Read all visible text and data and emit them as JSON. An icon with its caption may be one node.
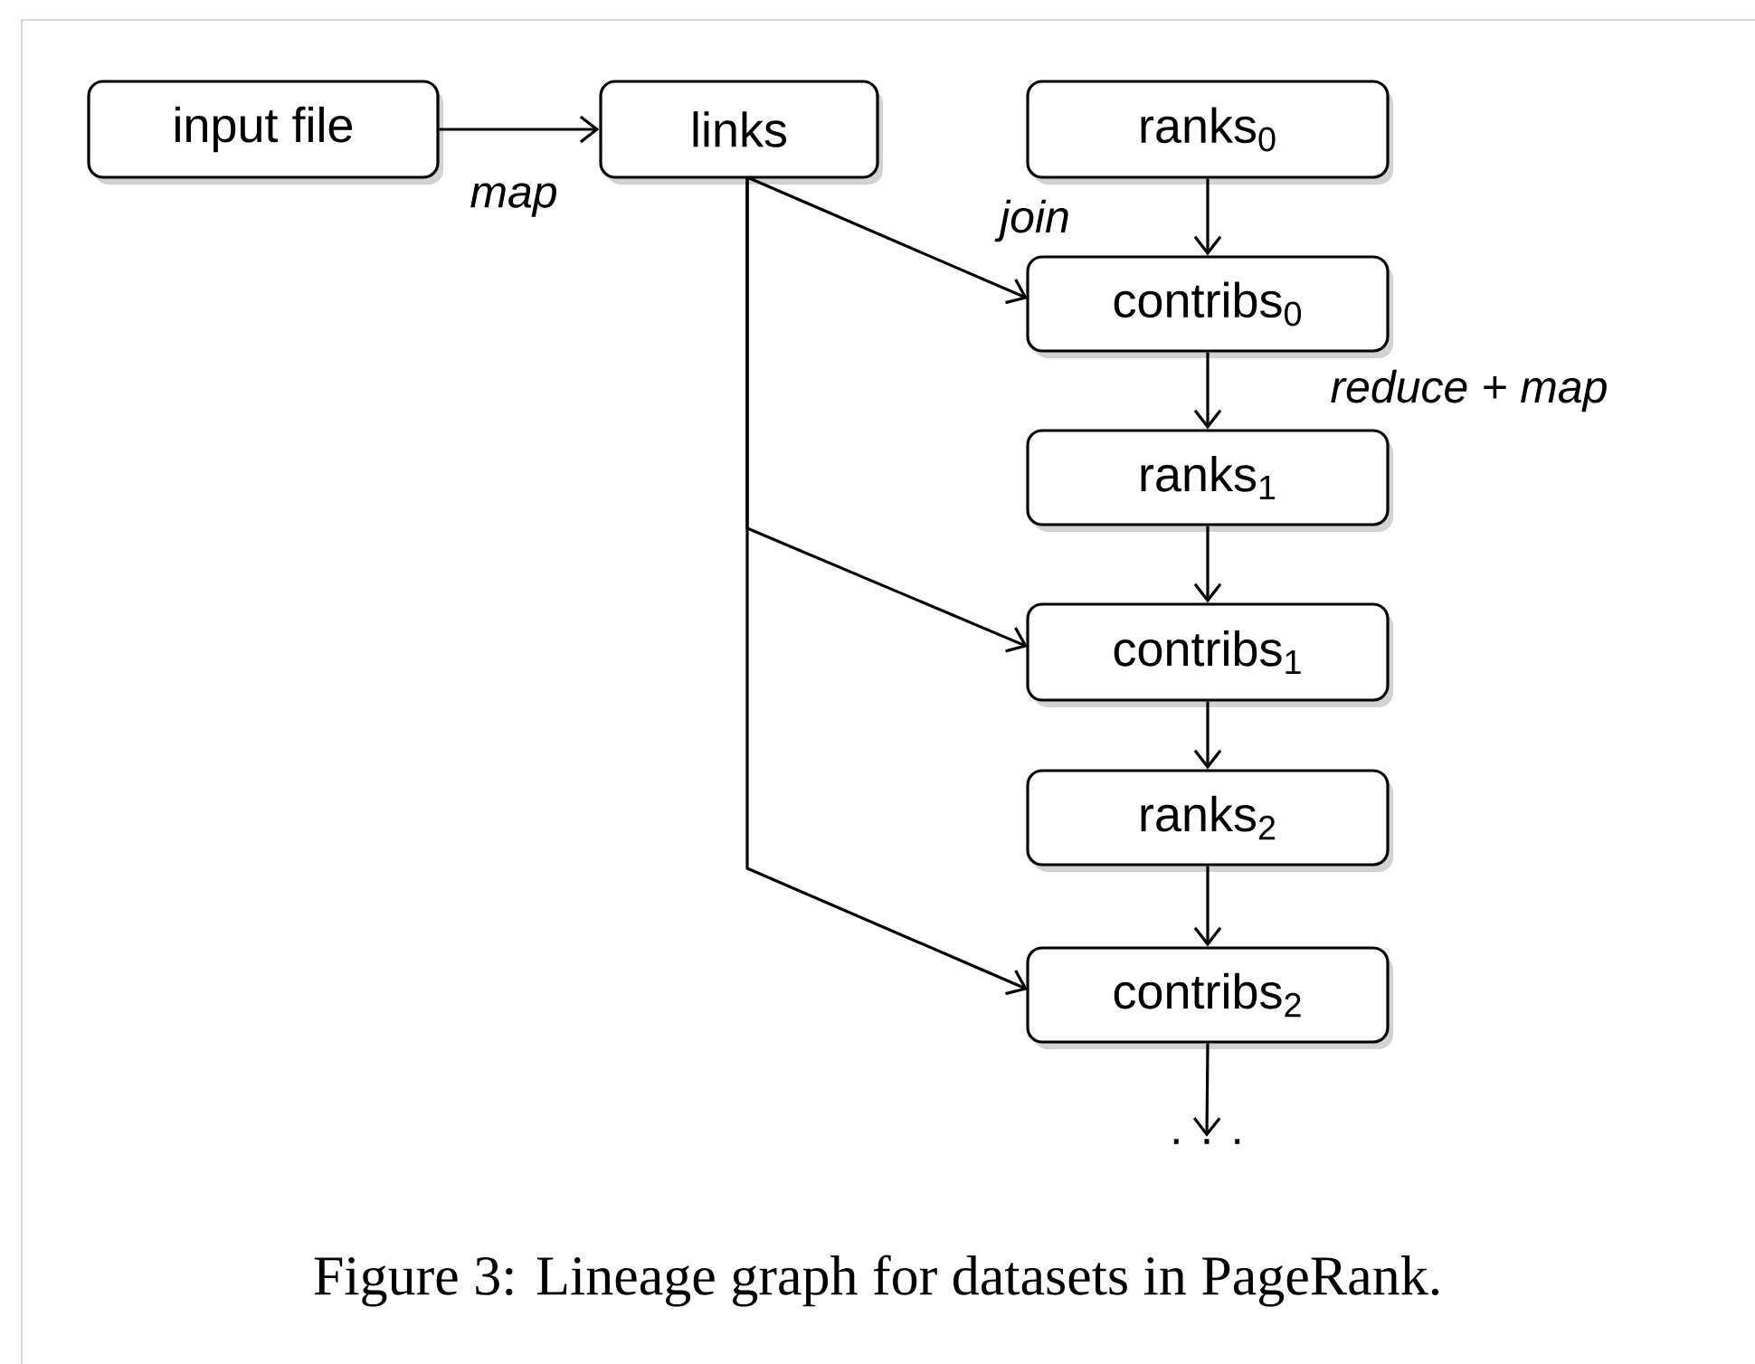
{
  "diagram": {
    "caption": "Figure 3: Lineage graph for datasets in PageRank.",
    "nodes": [
      {
        "text": [
          "input file"
        ]
      },
      {
        "text": [
          "links"
        ]
      },
      {
        "text": [
          "ranks$_{0}$"
        ]
      },
      {
        "text": [
          "contribs$_{0}$"
        ]
      },
      {
        "text": [
          "ranks$_{1}$"
        ]
      },
      {
        "text": [
          "contribs$_{1}$"
        ]
      },
      {
        "text": [
          "ranks$_{2}$"
        ]
      },
      {
        "text": [
          "contribs$_{2}$"
        ]
      },
      {
        "text": [
          ". . ."
        ]
      }
    ],
    "edges": [
      {
        "from": 0,
        "to": 1,
        "arrow": "to",
        "label": "map"
      },
      {
        "from": 1,
        "to": 3,
        "arrow": "to",
        "label": "join"
      },
      {
        "from": 2,
        "to": 3,
        "arrow": "to"
      },
      {
        "from": 3,
        "to": 4,
        "arrow": "to",
        "label": "reduce + map"
      },
      {
        "from": 1,
        "to": 5,
        "arrow": "to"
      },
      {
        "from": 4,
        "to": 5,
        "arrow": "to"
      },
      {
        "from": 5,
        "to": 6,
        "arrow": "to"
      },
      {
        "from": 1,
        "to": 7,
        "arrow": "to"
      },
      {
        "from": 6,
        "to": 7,
        "arrow": "to"
      },
      {
        "from": 7,
        "to": 8,
        "arrow": "to"
      }
    ]
  }
}
